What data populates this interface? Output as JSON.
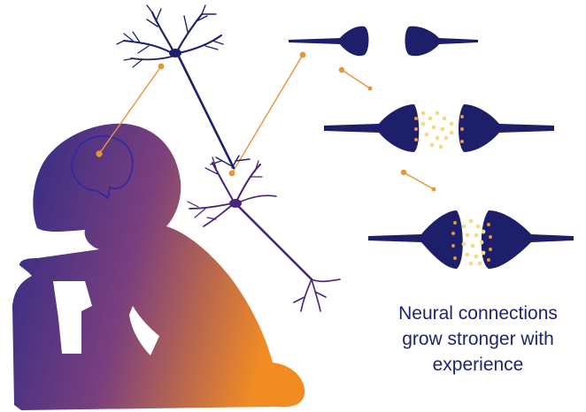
{
  "caption": {
    "lines": [
      "Neural connections",
      "grow stronger with",
      "experience"
    ]
  },
  "colors": {
    "neuron_navy": "#1d1f6b",
    "neuron_purple": "#4a237c",
    "gradient_start": "#2a2a85",
    "gradient_end": "#f08a24",
    "connector_orange": "#e8953a",
    "vesicle_yellow": "#f2dc8c",
    "text_navy": "#20246e"
  },
  "icons": [
    "baby-silhouette-icon",
    "brain-outline-icon",
    "neuron-icon",
    "synapse-icon"
  ]
}
